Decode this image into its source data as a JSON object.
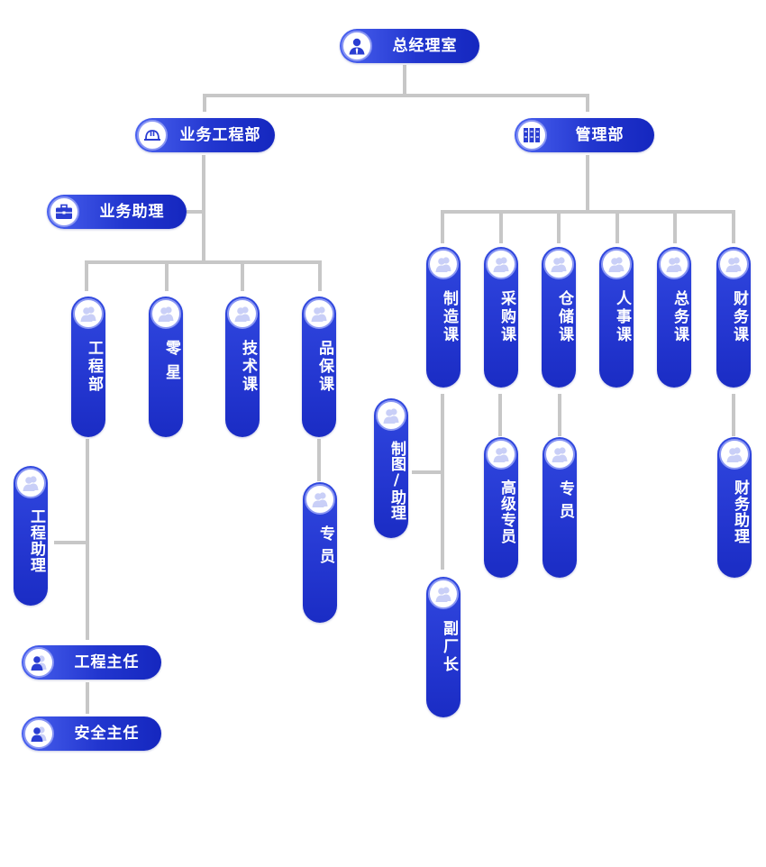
{
  "colors": {
    "node_start": "#4a62f0",
    "node_end": "#1527bf",
    "connector": "#c7c7c7",
    "icon_circle_border": "#8a97f3",
    "icon_fill": "#2a3dd2",
    "icon_light": "#c9cff7"
  },
  "nodes": {
    "gm_office": {
      "label": "总经理室",
      "icon": "manager-user-icon"
    },
    "business_eng": {
      "label": "业务工程部",
      "icon": "hard-hat-icon"
    },
    "management": {
      "label": "管理部",
      "icon": "binders-icon"
    },
    "business_assistant": {
      "label": "业务助理",
      "icon": "briefcase-icon"
    },
    "engineering": {
      "label": "工程部",
      "icon": "people-icon"
    },
    "retail": {
      "label": "零星",
      "icon": "people-icon"
    },
    "tech": {
      "label": "技术课",
      "icon": "people-icon"
    },
    "qa": {
      "label": "品保课",
      "icon": "people-icon"
    },
    "eng_assistant": {
      "label": "工程助理",
      "icon": "people-icon"
    },
    "qa_specialist": {
      "label": "专员",
      "icon": "people-icon"
    },
    "eng_director": {
      "label": "工程主任",
      "icon": "people-icon"
    },
    "safety_director": {
      "label": "安全主任",
      "icon": "people-icon"
    },
    "manufacturing": {
      "label": "制造课",
      "icon": "people-icon"
    },
    "procurement": {
      "label": "采购课",
      "icon": "people-icon"
    },
    "warehouse": {
      "label": "仓储课",
      "icon": "people-icon"
    },
    "hr": {
      "label": "人事课",
      "icon": "people-icon"
    },
    "general_affairs": {
      "label": "总务课",
      "icon": "people-icon"
    },
    "finance": {
      "label": "财务课",
      "icon": "people-icon"
    },
    "drafting_assistant": {
      "label": "制图/助理",
      "icon": "people-icon"
    },
    "senior_specialist": {
      "label": "高级专员",
      "icon": "people-icon"
    },
    "warehouse_specialist": {
      "label": "专员",
      "icon": "people-icon"
    },
    "finance_assistant": {
      "label": "财务助理",
      "icon": "people-icon"
    },
    "deputy_director": {
      "label": "副厂长",
      "icon": "people-icon"
    }
  }
}
